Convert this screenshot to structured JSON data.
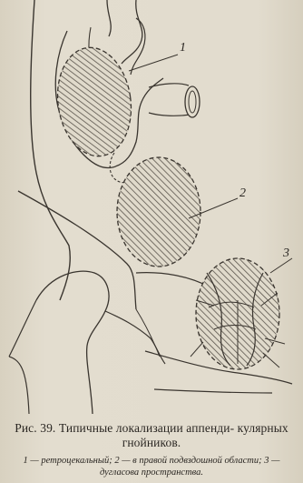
{
  "figure": {
    "callouts": [
      "1",
      "2",
      "3"
    ]
  },
  "caption": {
    "title_line1": "Рис. 39. Типичные локализации аппенди-",
    "title_line2": "кулярных гнойников.",
    "legend_line1": "1 — ретроцекальный; 2 — в правой подвздошной",
    "legend_line2": "области; 3 — дугласова пространства."
  }
}
